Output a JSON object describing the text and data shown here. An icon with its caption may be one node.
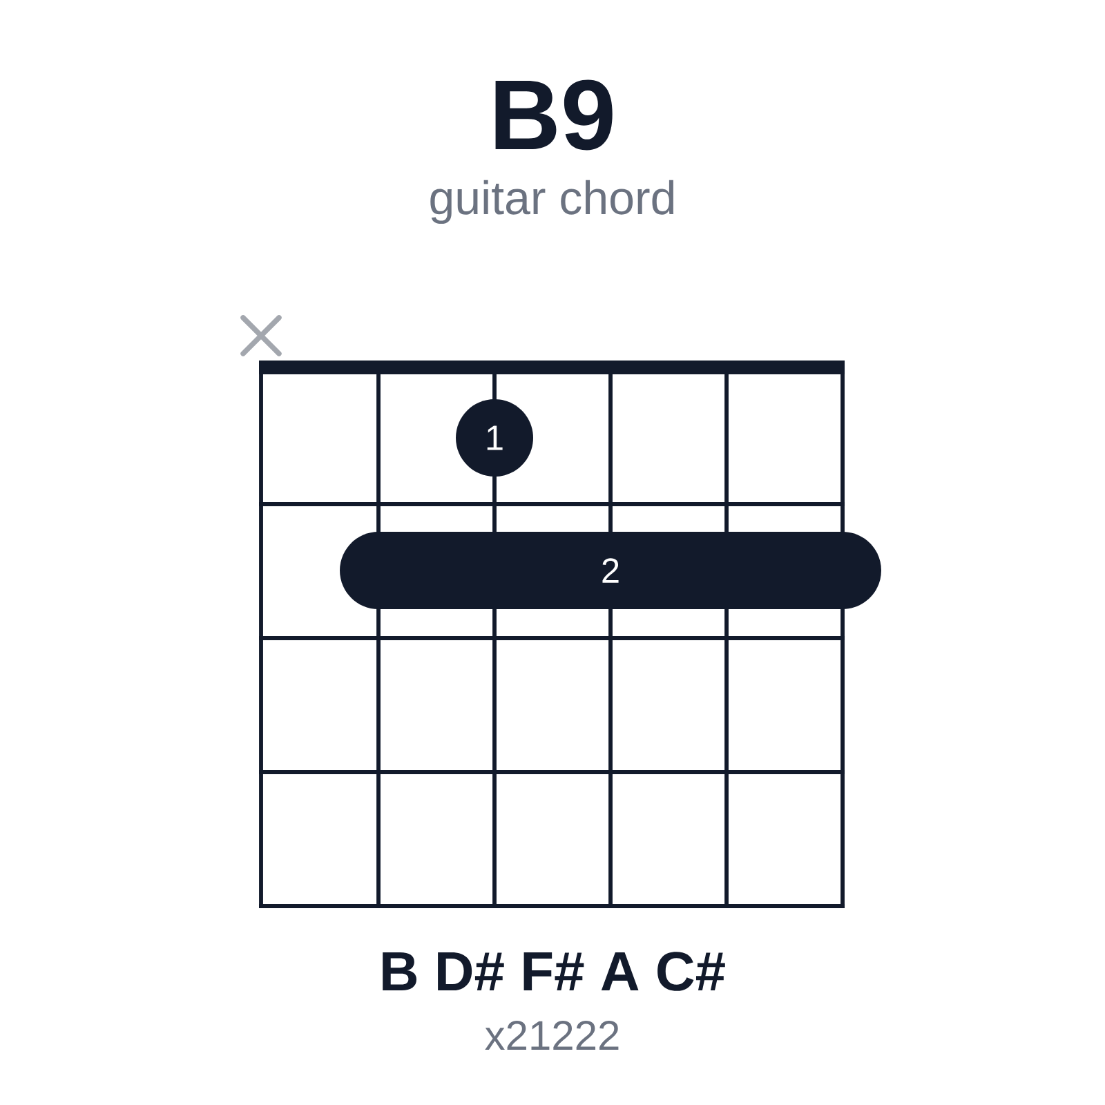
{
  "diagram": {
    "title": "B9",
    "nodes": [
      {
        "text": [
          "1"
        ]
      },
      {
        "text": [
          "2"
        ]
      }
    ],
    "labels": [
      "guitar chord",
      "B D# F# A C#",
      "x21222"
    ]
  }
}
